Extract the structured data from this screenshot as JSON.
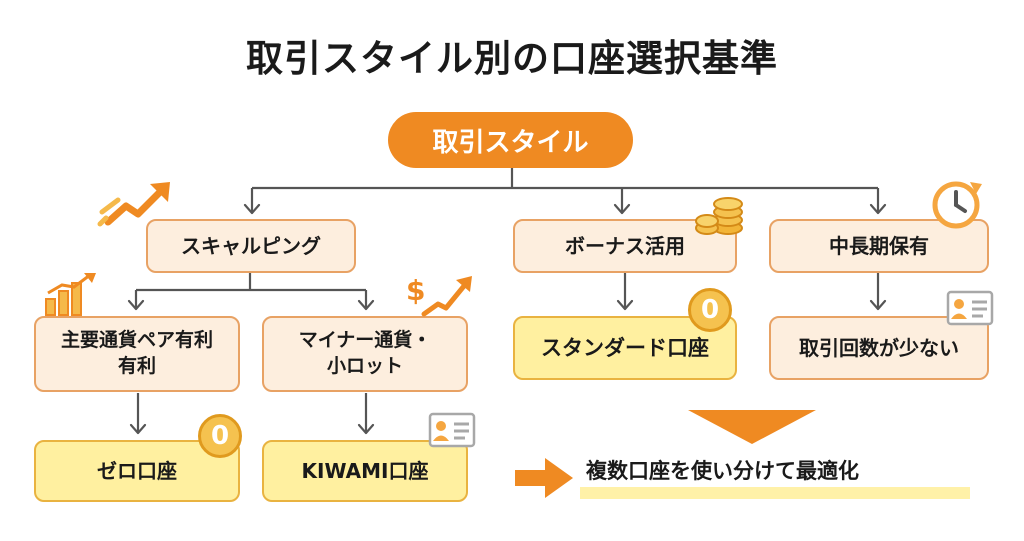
{
  "title": "取引スタイル別の口座選択基準",
  "root": "取引スタイル",
  "styles": {
    "scalping": "スキャルピング",
    "bonus": "ボーナス活用",
    "long_term": "中長期保有"
  },
  "sub": {
    "major_line1": "主要通貨ペア有利",
    "major_line2": "有利",
    "minor_line1": "マイナー通貨・",
    "minor_line2": "小ロット"
  },
  "accounts": {
    "zero": "ゼロ口座",
    "kiwami": "KIWAMI口座",
    "standard": "スタンダード口座",
    "few_trades": "取引回数が少ない"
  },
  "coin_glyph": "0",
  "dollar_glyph": "$",
  "conclusion": "複数口座を使い分けて最適化",
  "colors": {
    "accent": "#ef8a22",
    "peach_fill": "#fdeede",
    "peach_border": "#e8a264",
    "yellow_fill": "#fff0a0",
    "yellow_border": "#e9b340",
    "line": "#555555"
  },
  "icons": [
    "trend-arrow-icon",
    "bar-chart-icon",
    "dollar-arrow-icon",
    "coins-icon",
    "clock-icon",
    "coin-icon",
    "id-card-icon",
    "down-triangle-icon",
    "right-arrow-icon"
  ]
}
